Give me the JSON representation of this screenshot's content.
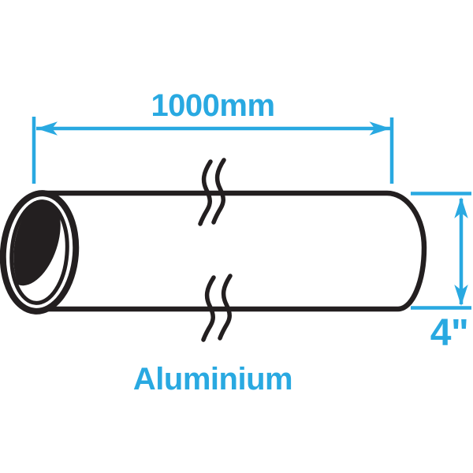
{
  "diagram": {
    "length_label": "1000mm",
    "diameter_label": "4\"",
    "material_label": "Aluminium"
  },
  "colors": {
    "accent": "#29A9E1",
    "line": "#231F20",
    "background": "#FFFFFF"
  }
}
